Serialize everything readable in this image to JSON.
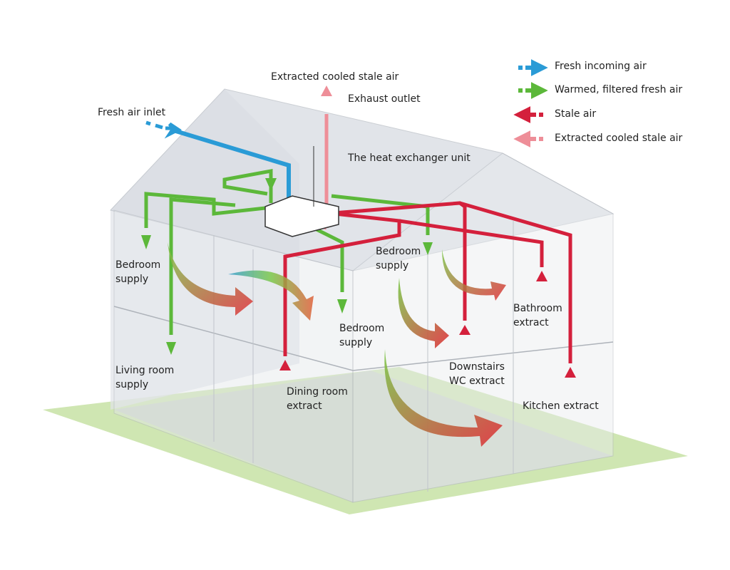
{
  "legend": [
    {
      "label": "Fresh incoming air",
      "color": "#2a9bd6",
      "direction": "right"
    },
    {
      "label": "Warmed, filtered fresh air",
      "color": "#5cb83a",
      "direction": "right"
    },
    {
      "label": "Stale air",
      "color": "#d4203c",
      "direction": "left"
    },
    {
      "label": "Extracted cooled stale air",
      "color": "#ee8e98",
      "direction": "left"
    }
  ],
  "labels": {
    "extracted": "Extracted cooled stale air",
    "exhaust": "Exhaust outlet",
    "inlet": "Fresh air inlet",
    "unit": "The heat exchanger unit",
    "bedroom1": [
      "Bedroom",
      "supply"
    ],
    "bedroom2": [
      "Bedroom",
      "supply"
    ],
    "bedroom3": [
      "Bedroom",
      "supply"
    ],
    "living": [
      "Living room",
      "supply"
    ],
    "dining": [
      "Dining room",
      "extract"
    ],
    "wc": [
      "Downstairs",
      "WC extract"
    ],
    "bathroom": [
      "Bathroom",
      "extract"
    ],
    "kitchen": "Kitchen extract"
  }
}
